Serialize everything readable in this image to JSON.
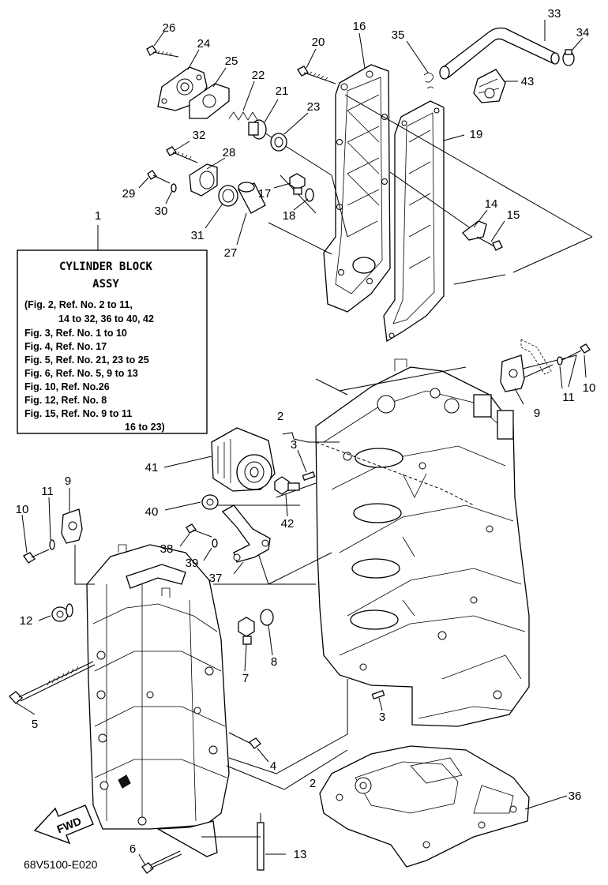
{
  "reference_box": {
    "callout": "1",
    "title": "CYLINDER BLOCK",
    "subtitle": "ASSY",
    "lines": [
      "(Fig. 2, Ref. No. 2 to 11,",
      "14 to 32, 36 to 40, 42",
      "Fig. 3, Ref. No. 1 to 10",
      "Fig. 4, Ref. No. 17",
      "Fig. 5, Ref. No. 21, 23 to 25",
      "Fig. 6, Ref. No. 5, 9 to 13",
      "Fig. 10, Ref. No.26",
      "Fig. 12, Ref. No. 8",
      "Fig. 15, Ref. No. 9 to 11",
      "16 to 23)"
    ]
  },
  "callouts": {
    "c2a": "2",
    "c2b": "2",
    "c3a": "3",
    "c3b": "3",
    "c4": "4",
    "c5": "5",
    "c6": "6",
    "c7": "7",
    "c8": "8",
    "c9a": "9",
    "c9b": "9",
    "c10a": "10",
    "c10b": "10",
    "c11a": "11",
    "c11b": "11",
    "c12": "12",
    "c13": "13",
    "c14": "14",
    "c15": "15",
    "c16": "16",
    "c17": "17",
    "c18": "18",
    "c19": "19",
    "c20": "20",
    "c21": "21",
    "c22": "22",
    "c23": "23",
    "c24": "24",
    "c25": "25",
    "c26": "26",
    "c27": "27",
    "c28": "28",
    "c29": "29",
    "c30": "30",
    "c31": "31",
    "c32": "32",
    "c33": "33",
    "c34": "34",
    "c35": "35",
    "c36": "36",
    "c37": "37",
    "c38": "38",
    "c39": "39",
    "c40": "40",
    "c41": "41",
    "c42": "42",
    "c43": "43"
  },
  "fwd_label": "FWD",
  "drawing_code": "68V5100-E020"
}
